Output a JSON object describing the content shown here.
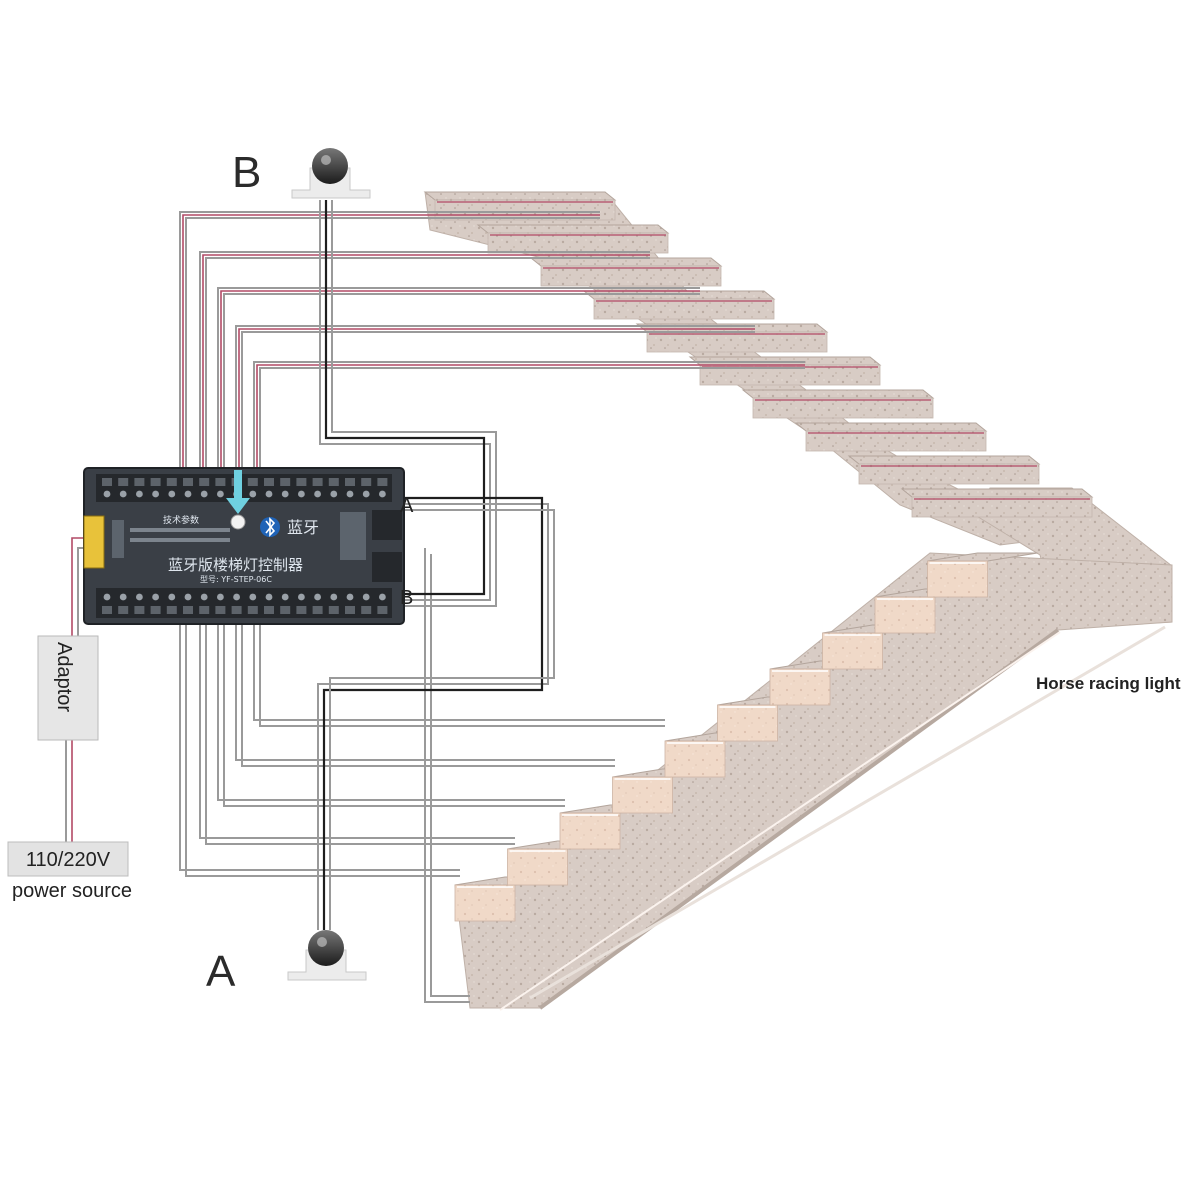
{
  "labels": {
    "sensor_b": "B",
    "sensor_a": "A",
    "port_a": "A",
    "port_b": "B",
    "adaptor": "Adaptor",
    "voltage": "110/220V",
    "power_source": "power source",
    "horse_racing_light": "Horse racing light"
  },
  "controller": {
    "brand": "蓝牙",
    "title": "蓝牙版楼梯灯控制器",
    "model": "型号: YF-STEP-06C",
    "params_heading": "技术参数"
  },
  "icons": {
    "bluetooth": "bluetooth-icon",
    "sensor": "motion-sensor-icon",
    "pointer": "down-arrow-icon"
  },
  "colors": {
    "controller_body": "#3a3f46",
    "terminal_strip": "#25282c",
    "arrow": "#6fd0e0",
    "stair_stone": "#d9cdc6",
    "stair_lit": "#f2dccd",
    "wire": "#9a9a9a",
    "wire_red": "#b24a66"
  }
}
